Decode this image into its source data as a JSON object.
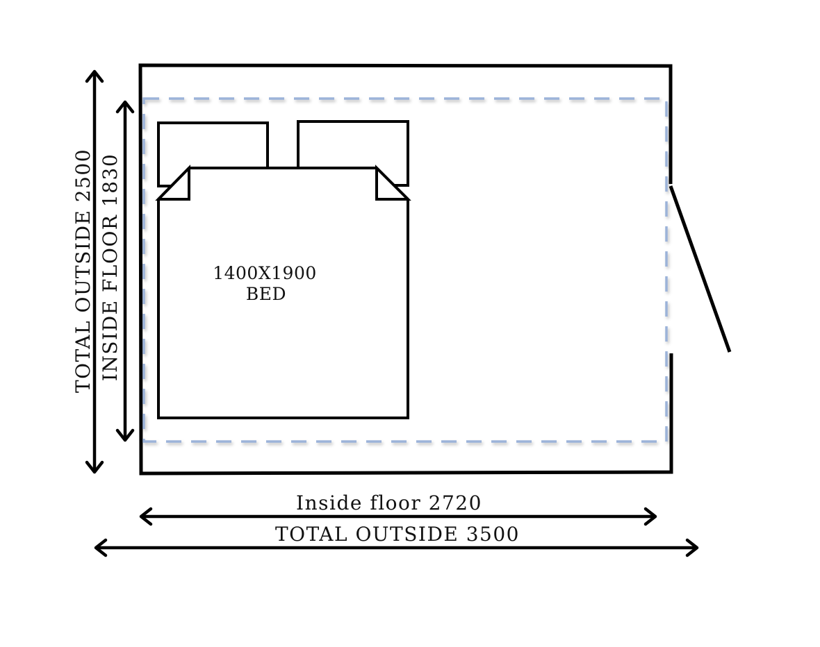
{
  "labels": {
    "inside_floor_width": "Inside floor 2720",
    "total_outside_width": "TOTAL OUTSIDE 3500",
    "total_outside_depth": "TOTAL OUTSIDE 2500",
    "inside_floor_depth": "INSIDE FLOOR 1830",
    "bed_size": "1400X1900",
    "bed_name": "BED"
  },
  "colors": {
    "walls": "#000000",
    "inside_floor_outline": "#9cb3d9",
    "background": "#ffffff"
  }
}
